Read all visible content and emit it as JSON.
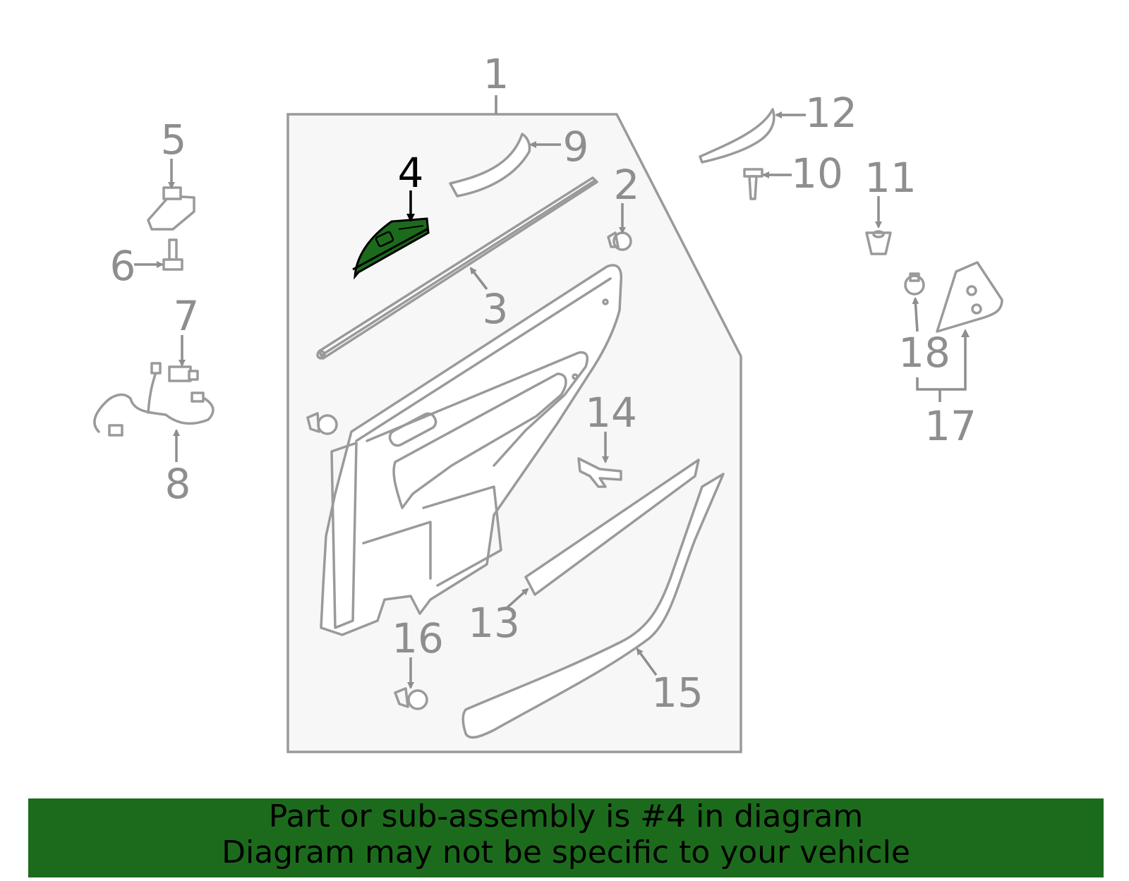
{
  "colors": {
    "highlight_part": "#1c6b1c",
    "banner_background": "#1c6b1c",
    "line_gray": "#9a9a9a",
    "callout_gray": "#8e8e8e",
    "panel_background": "#f7f7f7"
  },
  "highlighted_callout": "4",
  "callouts": {
    "c1": "1",
    "c2": "2",
    "c3": "3",
    "c4": "4",
    "c5": "5",
    "c6": "6",
    "c7": "7",
    "c8": "8",
    "c9": "9",
    "c10": "10",
    "c11": "11",
    "c12": "12",
    "c13": "13",
    "c14": "14",
    "c15": "15",
    "c16": "16",
    "c17": "17",
    "c18": "18"
  },
  "banner": {
    "line1": "Part or sub-assembly is #4 in diagram",
    "line2": "Diagram may not be specific to your vehicle"
  }
}
